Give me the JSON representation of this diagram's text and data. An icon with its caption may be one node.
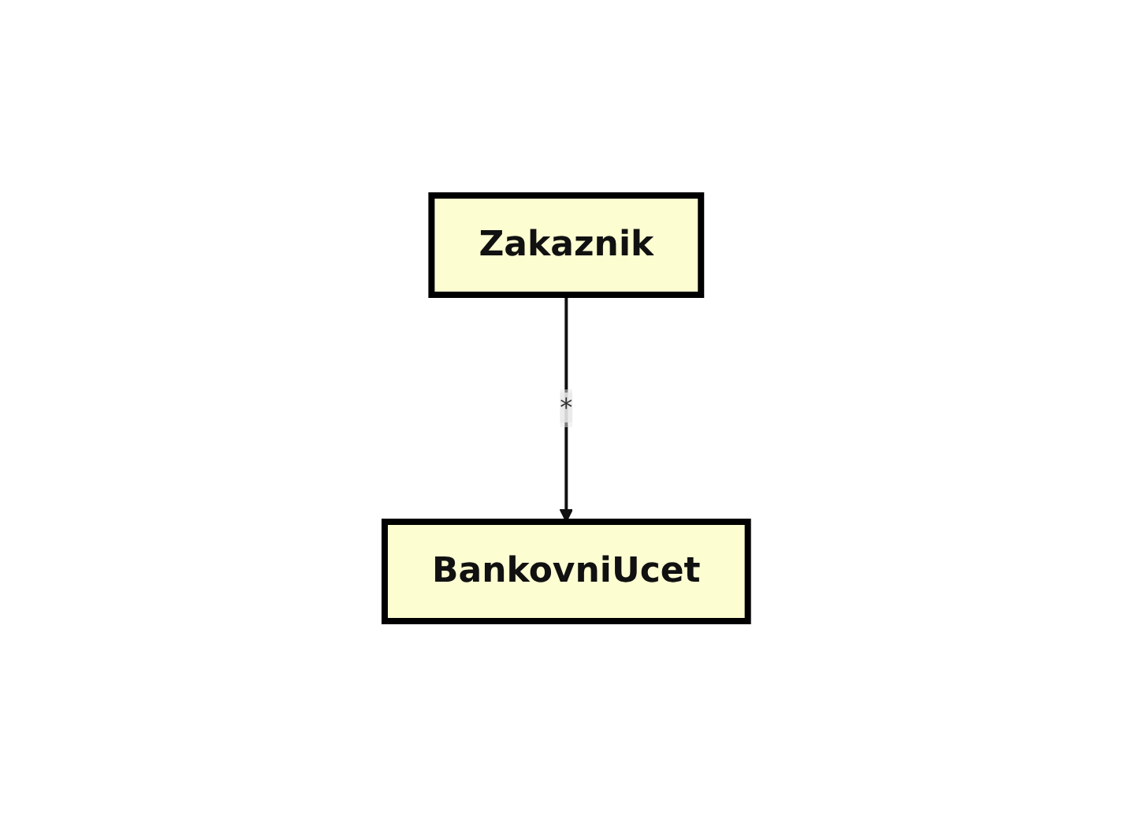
{
  "diagram": {
    "nodes": [
      {
        "text": [
          "Zakaznik"
        ]
      },
      {
        "text": [
          "BankovniUcet"
        ]
      }
    ],
    "edges": [
      {
        "from": 0,
        "to": 1,
        "arrow": "to",
        "label": "*"
      }
    ]
  }
}
